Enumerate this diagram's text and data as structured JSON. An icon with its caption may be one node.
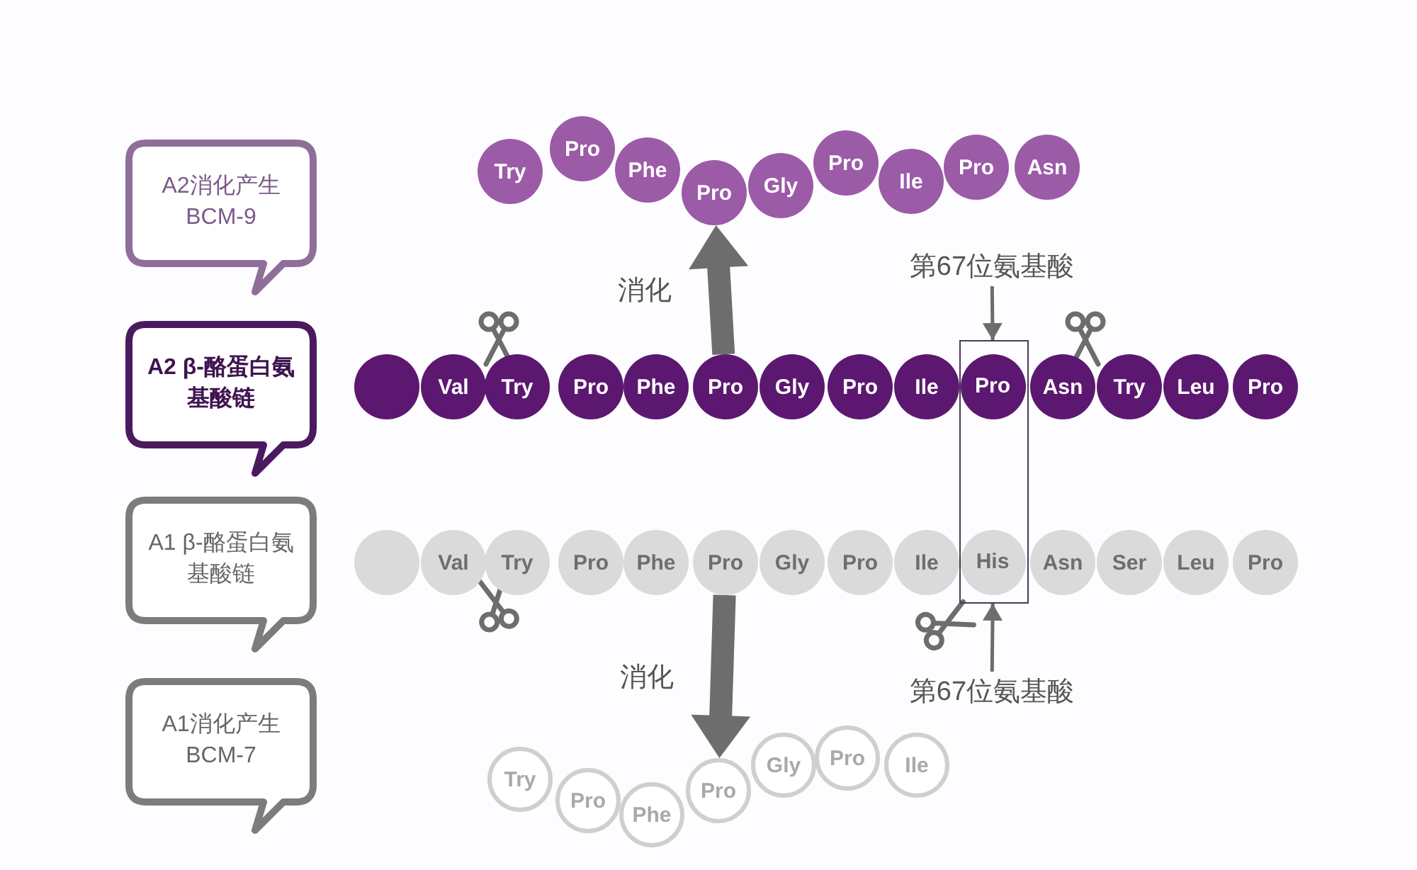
{
  "diagram": {
    "nodes": [
      {
        "text": [
          "A2消化产生 BCM-9"
        ]
      },
      {
        "text": [
          "Try"
        ]
      },
      {
        "text": [
          "Pro"
        ]
      },
      {
        "text": [
          "Phe"
        ]
      },
      {
        "text": [
          "Pro"
        ]
      },
      {
        "text": [
          "Gly"
        ]
      },
      {
        "text": [
          "Pro"
        ]
      },
      {
        "text": [
          "Ile"
        ]
      },
      {
        "text": [
          "Pro"
        ]
      },
      {
        "text": [
          "Asn"
        ]
      },
      {
        "text": [
          "第67位氨基酸"
        ]
      },
      {
        "text": [
          "A2 β-酪蛋白氨基酸链"
        ]
      },
      {
        "text": [],
        "shape": "box"
      },
      {
        "text": [],
        "shape": "circle"
      },
      {
        "text": [
          "Val"
        ]
      },
      {
        "text": [
          "Try"
        ]
      },
      {
        "text": [
          "Pro"
        ]
      },
      {
        "text": [
          "Phe"
        ]
      },
      {
        "text": [
          "Pro"
        ]
      },
      {
        "text": [
          "Gly"
        ]
      },
      {
        "text": [
          "Pro"
        ]
      },
      {
        "text": [
          "Ile"
        ]
      },
      {
        "text": [
          "Pro"
        ],
        "in": 12
      },
      {
        "text": [
          "Asn"
        ]
      },
      {
        "text": [
          "Try"
        ]
      },
      {
        "text": [
          "Leu"
        ]
      },
      {
        "text": [
          "Pro"
        ]
      },
      {
        "text": [
          "A1 β-酪蛋白氨基酸链"
        ]
      },
      {
        "text": [],
        "shape": "circle"
      },
      {
        "text": [
          "Val"
        ]
      },
      {
        "text": [
          "Try"
        ]
      },
      {
        "text": [
          "Pro"
        ]
      },
      {
        "text": [
          "Phe"
        ]
      },
      {
        "text": [
          "Pro"
        ]
      },
      {
        "text": [
          "Gly"
        ]
      },
      {
        "text": [
          "Pro"
        ]
      },
      {
        "text": [
          "Ile"
        ]
      },
      {
        "text": [
          "His"
        ],
        "in": 12
      },
      {
        "text": [
          "Asn"
        ]
      },
      {
        "text": [
          "Ser"
        ]
      },
      {
        "text": [
          "Leu"
        ]
      },
      {
        "text": [
          "Pro"
        ]
      },
      {
        "text": [
          "A1消化产生 BCM-7"
        ]
      },
      {
        "text": [
          "第67位氨基酸"
        ]
      },
      {
        "text": [
          "Try"
        ]
      },
      {
        "text": [
          "Pro"
        ]
      },
      {
        "text": [
          "Phe"
        ]
      },
      {
        "text": [
          "Pro"
        ]
      },
      {
        "text": [
          "Gly"
        ]
      },
      {
        "text": [
          "Pro"
        ]
      },
      {
        "text": [
          "Ile"
        ]
      }
    ],
    "edges": [
      {
        "from": 18,
        "to": 4,
        "arrow": "to",
        "label": "消化",
        "style": "thick"
      },
      {
        "from": 10,
        "to": 12,
        "arrow": "to"
      },
      {
        "from": 33,
        "to": 47,
        "arrow": "to",
        "label": "消化",
        "style": "thick"
      },
      {
        "from": 43,
        "to": 12,
        "arrow": "to"
      }
    ]
  }
}
